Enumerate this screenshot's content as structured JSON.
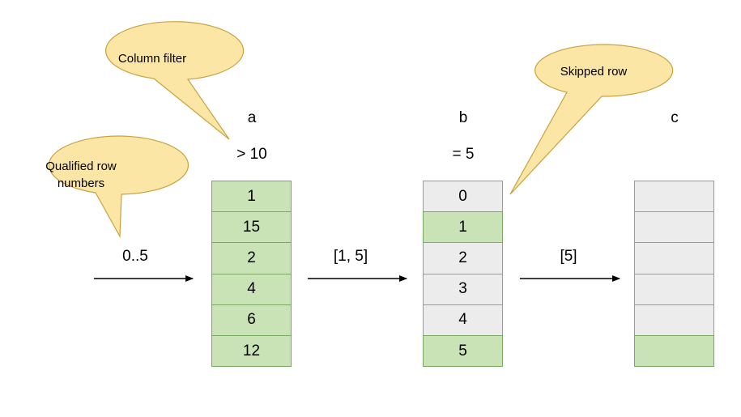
{
  "colors": {
    "bubble_fill": "#fbe6a6",
    "bubble_stroke": "#c9a23e",
    "qualified_fill": "#c9e3b6",
    "skipped_fill": "#ececec"
  },
  "callouts": {
    "column_filter": "Column filter",
    "skipped_row": "Skipped row",
    "qualified_rows_line1": "Qualified row",
    "qualified_rows_line2": "numbers"
  },
  "arrows": {
    "input": "0..5",
    "after_a": "[1, 5]",
    "after_b": "[5]"
  },
  "columns": [
    {
      "name": "a",
      "filter": "> 10",
      "cells": [
        {
          "value": "1",
          "state": "green"
        },
        {
          "value": "15",
          "state": "green"
        },
        {
          "value": "2",
          "state": "green"
        },
        {
          "value": "4",
          "state": "green"
        },
        {
          "value": "6",
          "state": "green"
        },
        {
          "value": "12",
          "state": "green"
        }
      ]
    },
    {
      "name": "b",
      "filter": "= 5",
      "cells": [
        {
          "value": "0",
          "state": "grey"
        },
        {
          "value": "1",
          "state": "green"
        },
        {
          "value": "2",
          "state": "grey"
        },
        {
          "value": "3",
          "state": "grey"
        },
        {
          "value": "4",
          "state": "grey"
        },
        {
          "value": "5",
          "state": "green"
        }
      ]
    },
    {
      "name": "c",
      "filter": "",
      "cells": [
        {
          "value": "",
          "state": "grey"
        },
        {
          "value": "",
          "state": "grey"
        },
        {
          "value": "",
          "state": "grey"
        },
        {
          "value": "",
          "state": "grey"
        },
        {
          "value": "",
          "state": "grey"
        },
        {
          "value": "",
          "state": "green"
        }
      ]
    }
  ]
}
